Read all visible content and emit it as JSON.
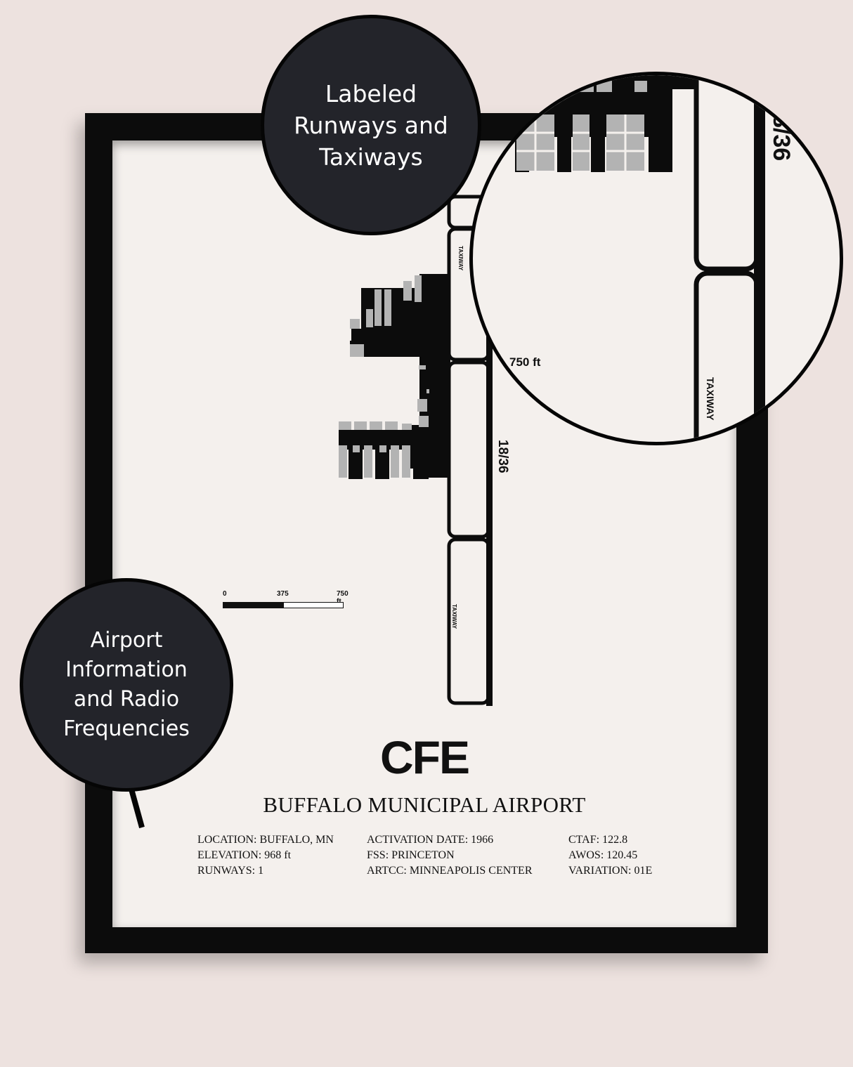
{
  "poster": {
    "code": "CFE",
    "airport_name": "BUFFALO MUNICIPAL AIRPORT",
    "info_col1": [
      "LOCATION: BUFFALO, MN",
      "ELEVATION: 968 ft",
      "RUNWAYS: 1"
    ],
    "info_col2": [
      "ACTIVATION DATE: 1966",
      "FSS: PRINCETON",
      "ARTCC: MINNEAPOLIS CENTER"
    ],
    "info_col3": [
      "CTAF: 122.8",
      "AWOS: 120.45",
      "VARIATION: 01E"
    ]
  },
  "map": {
    "runway_label": "18/36",
    "taxiway_label": "TAXIWAY",
    "scale": {
      "zero": "0",
      "mid": "375",
      "end": "750 ft"
    },
    "colors": {
      "pavement": "#0c0c0c",
      "hangar": "#b3b3b3",
      "paper": "#f4f0ed"
    }
  },
  "callouts": {
    "top_lines": [
      "Labeled",
      "Runways and",
      "Taxiways"
    ],
    "left_lines": [
      "Airport",
      "Information",
      "and Radio",
      "Frequencies"
    ],
    "bubble_color": "#23242a"
  },
  "magnifier": {
    "runway_label": "8/36",
    "taxiway_label": "TAXIWAY",
    "scale_label": "750 ft"
  }
}
